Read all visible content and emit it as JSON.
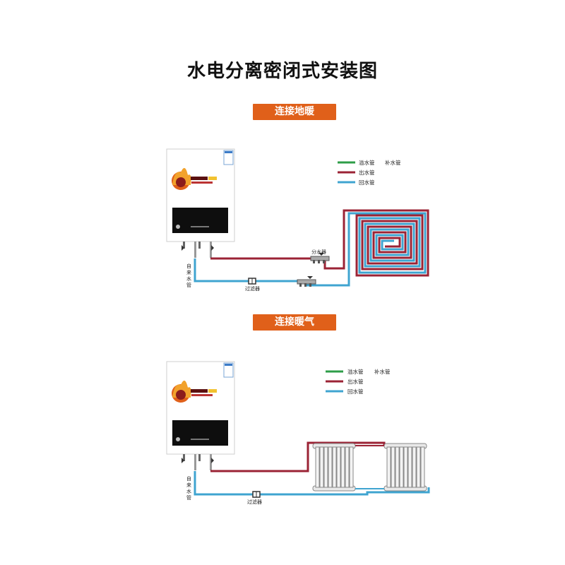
{
  "title": "水电分离密闭式安装图",
  "colors": {
    "accent": "#E0601A",
    "supply": "#9B2335",
    "return": "#3FA4D0",
    "overflow": "#2E9E48"
  },
  "sections": [
    {
      "label": "连接地暖",
      "legend": [
        "溢水管",
        "补水管",
        "出水管",
        "回水管"
      ],
      "labels": {
        "water_inlet": "自来水管",
        "filter": "过滤器",
        "manifold": "分水器"
      }
    },
    {
      "label": "连接暖气",
      "legend": [
        "溢水管",
        "补水管",
        "出水管",
        "回水管"
      ],
      "labels": {
        "water_inlet": "自来水管",
        "filter": "过滤器"
      }
    }
  ]
}
